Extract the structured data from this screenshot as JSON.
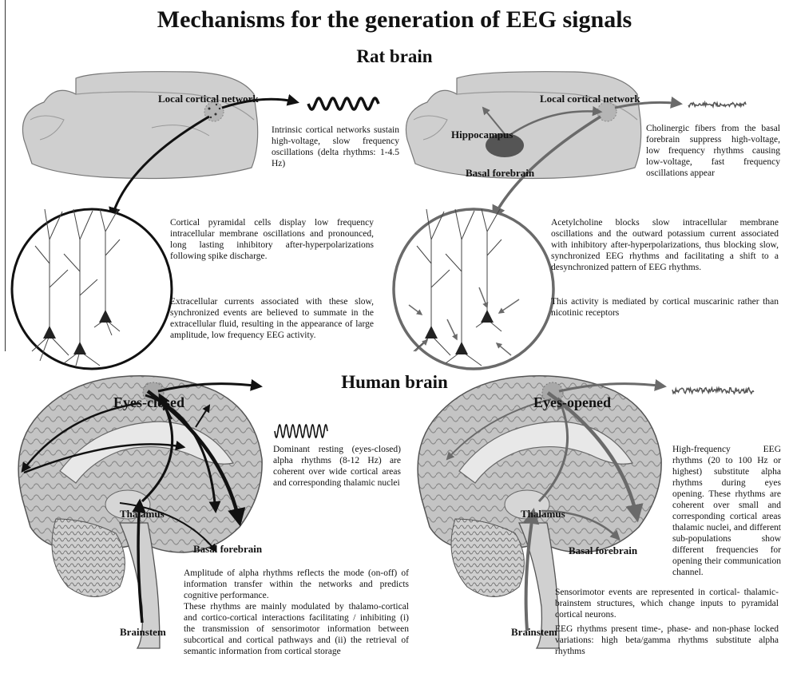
{
  "title": "Mechanisms for the generation of EEG signals",
  "rat": {
    "heading": "Rat brain",
    "left": {
      "network_label": "Local cortical network",
      "wave_text": "Intrinsic cortical networks sustain high-voltage, slow frequency oscillations (delta rhythms: 1-4.5 Hz)",
      "cell_text_1": "Cortical pyramidal cells display low frequency intracellular membrane oscillations and pronounced, long lasting inhibitory after-hyperpolarizations following spike discharge.",
      "cell_text_2": "Extracellular currents associated with these slow, synchronized events are believed to summate in the extracellular fluid, resulting in the appearance of large amplitude, low frequency EEG activity."
    },
    "right": {
      "network_label": "Local cortical network",
      "hippocampus_label": "Hippocampus",
      "basal_label": "Basal forebrain",
      "wave_text": "Cholinergic fibers from the basal forebrain suppress high-voltage, low frequency rhythms causing low-voltage, fast frequency oscillations appear",
      "cell_text_1": "Acetylcholine blocks slow intracellular membrane oscillations and the outward potassium current associated with inhibitory after-hyperpolarizations, thus blocking slow, synchronized EEG rhythms and facilitating a shift to a desynchronized pattern of EEG rhythms.",
      "cell_text_2": "This activity is mediated by cortical muscarinic rather than nicotinic receptors"
    }
  },
  "human": {
    "heading": "Human brain",
    "closed": {
      "heading": "Eyes-closed",
      "thalamus_label": "Thalamus",
      "basal_label": "Basal forebrain",
      "brainstem_label": "Brainstem",
      "wave_text": "Dominant resting (eyes-closed) alpha rhythms (8-12 Hz) are coherent over wide cortical areas and corresponding thalamic nuclei",
      "text_1": "Amplitude of alpha rhythms reflects the mode (on-off) of information transfer within the networks and predicts cognitive performance.",
      "text_2": "These rhythms are mainly modulated by thalamo-cortical and cortico-cortical interactions facilitating / inhibiting (i) the transmission of sensorimotor information between subcortical and cortical pathways and (ii) the retrieval of semantic information from cortical storage"
    },
    "opened": {
      "heading": "Eyes-opened",
      "thalamus_label": "Thalamus",
      "basal_label": "Basal forebrain",
      "brainstem_label": "Brainstem",
      "wave_text": "High-frequency EEG rhythms (20 to 100 Hz or highest) substitute alpha rhythms during eyes opening. These rhythms are coherent over small and corresponding cortical areas thalamic nuclei, and different sub-populations show different frequencies for opening their communication channel.",
      "text_1": "Sensorimotor events are represented in cortical- thalamic-brainstem structures, which change inputs to pyramidal cortical neurons.",
      "text_2": "EEG rhythms present time-, phase- and non-phase locked variations: high beta/gamma rhythms substitute alpha rhythms"
    }
  },
  "colors": {
    "black_arrow": "#111111",
    "grey_arrow": "#6a6a6a",
    "brain_fill": "#bdbdbd",
    "basal_nucleus": "#555555"
  }
}
